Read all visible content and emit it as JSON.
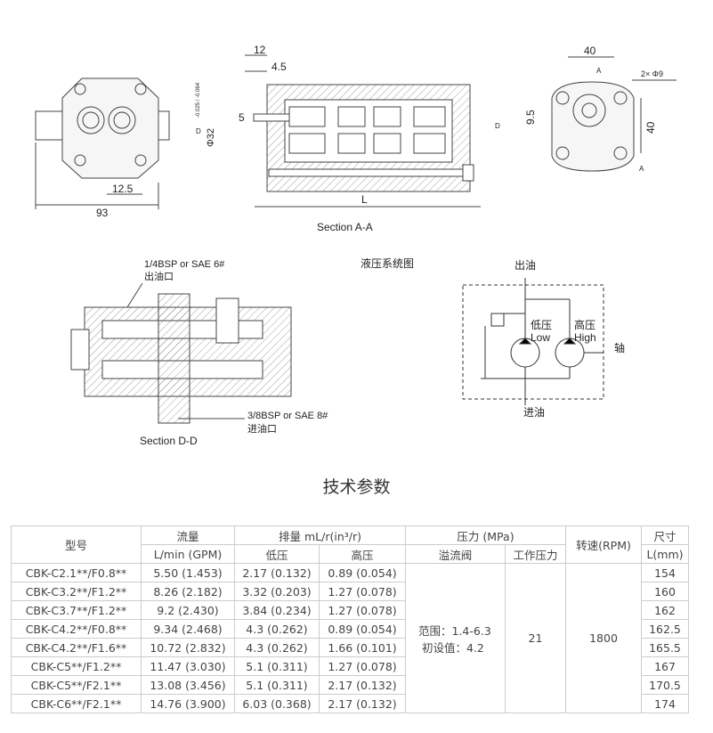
{
  "drawing": {
    "front_dims": {
      "d1": "12.5",
      "d2": "93"
    },
    "section_aa": {
      "dim_12": "12",
      "dim_45": "4.5",
      "dim_5": "5",
      "dim_phi": "Φ32",
      "tol": "-0.025 / -0.064",
      "dim_L": "L",
      "label": "Section A-A",
      "d_mark": "D"
    },
    "side_view": {
      "dim_40a": "40",
      "dim_95": "9.5",
      "dim_40b": "40",
      "holes": "2× Φ9",
      "a_mark": "A"
    },
    "section_dd": {
      "outlet_port": "1/4BSP or SAE 6#",
      "outlet_cn": "出油口",
      "inlet_port": "3/8BSP or SAE 8#",
      "inlet_cn": "进油口",
      "label": "Section D-D"
    },
    "hydraulic": {
      "title": "液压系统图",
      "out": "出油",
      "in": "进油",
      "low_cn": "低压",
      "low_en": "Low",
      "high_cn": "高压",
      "high_en": "High",
      "shaft": "轴"
    }
  },
  "section_title": "技术参数",
  "table": {
    "headers": {
      "model": "型号",
      "flow": "流量",
      "flow_unit": "L/min (GPM)",
      "disp": "排量 mL/r(in³/r)",
      "low": "低压",
      "high": "高压",
      "pressure": "压力 (MPa)",
      "relief": "溢流阀",
      "working": "工作压力",
      "speed": "转速(RPM)",
      "size": "尺寸",
      "size_unit": "L(mm)"
    },
    "shared": {
      "relief_range": "范围：1.4-6.3",
      "relief_init": "初设值：4.2",
      "working": "21",
      "speed": "1800"
    },
    "rows": [
      {
        "model": "CBK-C2.1**/F0.8**",
        "flow": "5.50 (1.453)",
        "low": "2.17 (0.132)",
        "high": "0.89 (0.054)",
        "L": "154"
      },
      {
        "model": "CBK-C3.2**/F1.2**",
        "flow": "8.26 (2.182)",
        "low": "3.32 (0.203)",
        "high": "1.27 (0.078)",
        "L": "160"
      },
      {
        "model": "CBK-C3.7**/F1.2**",
        "flow": "9.2 (2.430)",
        "low": "3.84 (0.234)",
        "high": "1.27 (0.078)",
        "L": "162"
      },
      {
        "model": "CBK-C4.2**/F0.8**",
        "flow": "9.34 (2.468)",
        "low": "4.3 (0.262)",
        "high": "0.89 (0.054)",
        "L": "162.5"
      },
      {
        "model": "CBK-C4.2**/F1.6**",
        "flow": "10.72 (2.832)",
        "low": "4.3 (0.262)",
        "high": "1.66 (0.101)",
        "L": "165.5"
      },
      {
        "model": "CBK-C5**/F1.2**",
        "flow": "11.47 (3.030)",
        "low": "5.1 (0.311)",
        "high": "1.27 (0.078)",
        "L": "167"
      },
      {
        "model": "CBK-C5**/F2.1**",
        "flow": "13.08 (3.456)",
        "low": "5.1 (0.311)",
        "high": "2.17 (0.132)",
        "L": "170.5"
      },
      {
        "model": "CBK-C6**/F2.1**",
        "flow": "14.76 (3.900)",
        "low": "6.03 (0.368)",
        "high": "2.17 (0.132)",
        "L": "174"
      }
    ]
  }
}
